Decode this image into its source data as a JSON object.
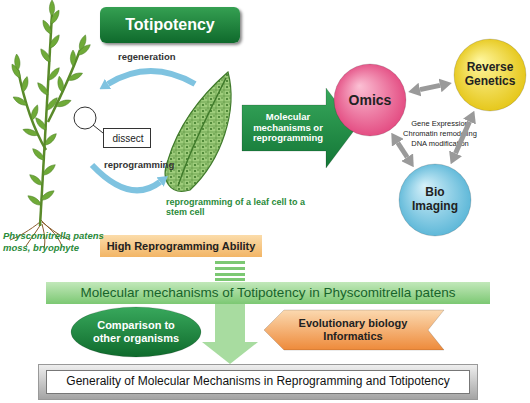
{
  "diagram": {
    "nodes": [
      {
        "text": [
          "Totipotency"
        ]
      },
      {
        "text": [
          "dissect"
        ]
      },
      {
        "text": [
          "High Reprogramming Ability"
        ]
      },
      {
        "text": [
          "Molecular mechanisms or reprogramming"
        ]
      },
      {
        "text": [
          "Omics"
        ]
      },
      {
        "text": [
          "Reverse Genetics"
        ]
      },
      {
        "text": [
          "Bio Imaging"
        ]
      },
      {
        "text": [
          "Molecular mechanisms of Totipotency in Physcomitrella patens"
        ]
      },
      {
        "text": [
          "Comparison to other organisms"
        ]
      },
      {
        "text": [
          "Evolutionary biology Informatics"
        ]
      },
      {
        "text": [
          "Generality of Molecular Mechanisms in Reprogramming and Totipotency"
        ]
      }
    ],
    "edges": [
      {
        "from": 4,
        "to": 5,
        "arrow": "both"
      },
      {
        "from": 5,
        "to": 6,
        "arrow": "both"
      },
      {
        "from": 4,
        "to": 6,
        "arrow": "both"
      },
      {
        "from": 7,
        "to": 10,
        "arrow": "to"
      }
    ],
    "labels": [
      "regeneration",
      "reprogramming",
      "reprogramming of a leaf cell to a stem cell",
      "Physcomitrella patens",
      "moss, bryophyte",
      "Gene Expression",
      "Chromatin remodeling",
      "DNA modification"
    ]
  }
}
